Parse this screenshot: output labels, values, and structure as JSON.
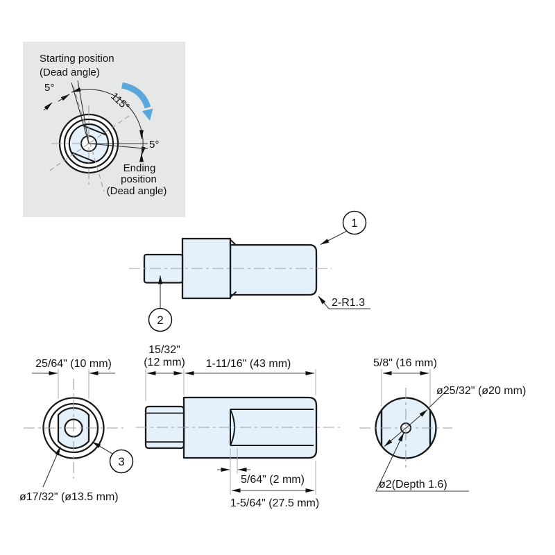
{
  "title": "rotary-damper-technical-drawing",
  "colors": {
    "part_fill": "#e4f1fa",
    "outline": "#1a1a1a",
    "inset_bg": "#e6e7e7",
    "arrow_blue": "#5aa7db",
    "centerline_gray": "#9aa0a4"
  },
  "inset": {
    "start_label_1": "Starting position",
    "start_label_2": "(Dead angle)",
    "start_dead_angle": "5°",
    "sweep_angle": "115°",
    "end_dead_angle": "5°",
    "end_label_1": "Ending",
    "end_label_2": "position",
    "end_label_3": "(Dead angle)"
  },
  "side_view": {
    "callout_1": "1",
    "callout_2": "2",
    "radius_note": "2-R1.3"
  },
  "front_view": {
    "dim_across_flats": "25/64\" (10 mm)",
    "dim_shaft_dia": "ø17/32\" (ø13.5 mm)",
    "callout_3": "3"
  },
  "section_view": {
    "dim_stem_line1": "15/32\"",
    "dim_stem_line2": "(12 mm)",
    "dim_body": "1-11/16\" (43 mm)",
    "dim_slot_depth": "5/64\" (2 mm)",
    "dim_bore": "1-5/64\" (27.5 mm)"
  },
  "end_view": {
    "dim_across_flats": "5/8\" (16 mm)",
    "dim_diameter": "ø25/32\" (ø20 mm)",
    "dim_center_hole": "ø2(Depth 1.6)"
  }
}
